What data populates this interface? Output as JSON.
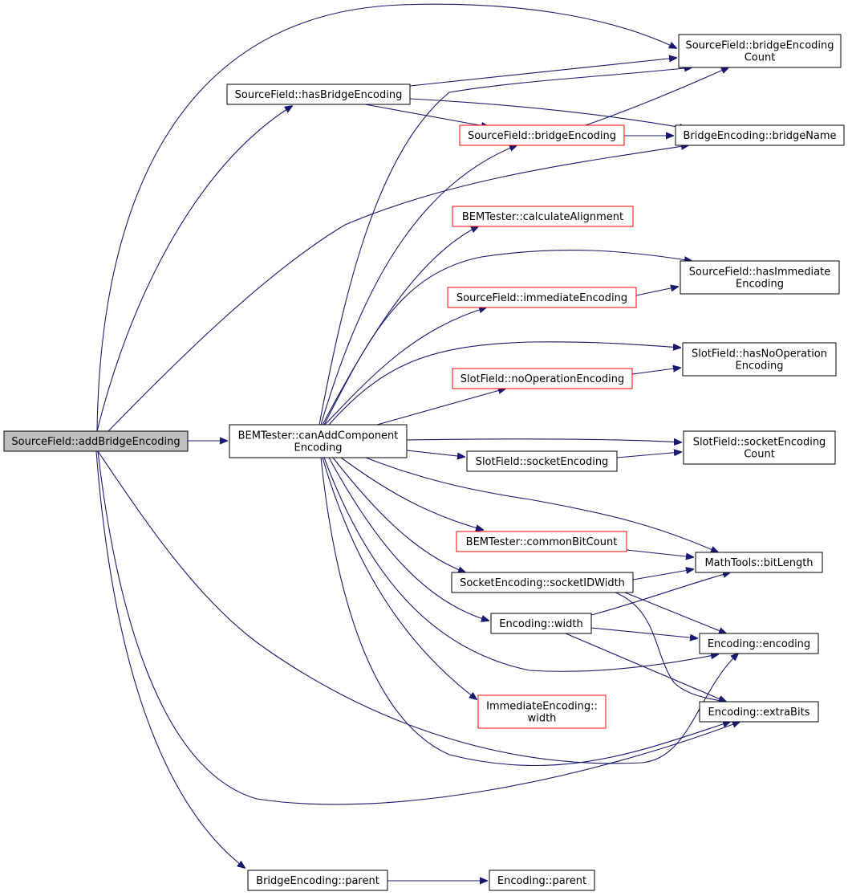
{
  "diagram": {
    "type": "call-graph",
    "colors": {
      "edge": "#191970",
      "node_border": "#000000",
      "truncated_node_border": "#ff0000",
      "root_fill": "#bfbfbf"
    },
    "nodes": [
      {
        "id": "addBridgeEncoding",
        "lines": [
          "SourceField::addBridgeEncoding"
        ]
      },
      {
        "id": "hasBridgeEncoding",
        "lines": [
          "SourceField::hasBridgeEncoding"
        ]
      },
      {
        "id": "bridgeEncodingCount",
        "lines": [
          "SourceField::bridgeEncoding",
          "Count"
        ]
      },
      {
        "id": "bridgeEncoding",
        "lines": [
          "SourceField::bridgeEncoding"
        ]
      },
      {
        "id": "bridgeName",
        "lines": [
          "BridgeEncoding::bridgeName"
        ]
      },
      {
        "id": "calculateAlignment",
        "lines": [
          "BEMTester::calculateAlignment"
        ]
      },
      {
        "id": "hasImmediateEncoding",
        "lines": [
          "SourceField::hasImmediate",
          "Encoding"
        ]
      },
      {
        "id": "immediateEncoding",
        "lines": [
          "SourceField::immediateEncoding"
        ]
      },
      {
        "id": "hasNoOperationEncoding",
        "lines": [
          "SlotField::hasNoOperation",
          "Encoding"
        ]
      },
      {
        "id": "noOperationEncoding",
        "lines": [
          "SlotField::noOperationEncoding"
        ]
      },
      {
        "id": "canAddComponentEncoding",
        "lines": [
          "BEMTester::canAddComponent",
          "Encoding"
        ]
      },
      {
        "id": "socketEncodingCount",
        "lines": [
          "SlotField::socketEncoding",
          "Count"
        ]
      },
      {
        "id": "socketEncoding",
        "lines": [
          "SlotField::socketEncoding"
        ]
      },
      {
        "id": "commonBitCount",
        "lines": [
          "BEMTester::commonBitCount"
        ]
      },
      {
        "id": "bitLength",
        "lines": [
          "MathTools::bitLength"
        ]
      },
      {
        "id": "socketIDWidth",
        "lines": [
          "SocketEncoding::socketIDWidth"
        ]
      },
      {
        "id": "encodingWidth",
        "lines": [
          "Encoding::width"
        ]
      },
      {
        "id": "encoding",
        "lines": [
          "Encoding::encoding"
        ]
      },
      {
        "id": "immediateWidth",
        "lines": [
          "ImmediateEncoding::",
          "width"
        ]
      },
      {
        "id": "extraBits",
        "lines": [
          "Encoding::extraBits"
        ]
      },
      {
        "id": "bridgeParent",
        "lines": [
          "BridgeEncoding::parent"
        ]
      },
      {
        "id": "encodingParent",
        "lines": [
          "Encoding::parent"
        ]
      }
    ],
    "edges": [
      {
        "from": "addBridgeEncoding",
        "to": "canAddComponentEncoding"
      },
      {
        "from": "addBridgeEncoding",
        "to": "bridgeEncodingCount"
      },
      {
        "from": "addBridgeEncoding",
        "to": "hasBridgeEncoding"
      },
      {
        "from": "addBridgeEncoding",
        "to": "bridgeName"
      },
      {
        "from": "addBridgeEncoding",
        "to": "encoding"
      },
      {
        "from": "addBridgeEncoding",
        "to": "extraBits"
      },
      {
        "from": "addBridgeEncoding",
        "to": "bridgeParent"
      },
      {
        "from": "hasBridgeEncoding",
        "to": "bridgeEncodingCount"
      },
      {
        "from": "hasBridgeEncoding",
        "to": "bridgeEncoding"
      },
      {
        "from": "hasBridgeEncoding",
        "to": "bridgeName"
      },
      {
        "from": "bridgeEncoding",
        "to": "bridgeName"
      },
      {
        "from": "bridgeEncoding",
        "to": "bridgeEncodingCount"
      },
      {
        "from": "canAddComponentEncoding",
        "to": "bridgeEncodingCount"
      },
      {
        "from": "canAddComponentEncoding",
        "to": "bridgeEncoding"
      },
      {
        "from": "canAddComponentEncoding",
        "to": "calculateAlignment"
      },
      {
        "from": "canAddComponentEncoding",
        "to": "hasImmediateEncoding"
      },
      {
        "from": "canAddComponentEncoding",
        "to": "immediateEncoding"
      },
      {
        "from": "canAddComponentEncoding",
        "to": "hasNoOperationEncoding"
      },
      {
        "from": "canAddComponentEncoding",
        "to": "noOperationEncoding"
      },
      {
        "from": "canAddComponentEncoding",
        "to": "socketEncodingCount"
      },
      {
        "from": "canAddComponentEncoding",
        "to": "socketEncoding"
      },
      {
        "from": "canAddComponentEncoding",
        "to": "bitLength"
      },
      {
        "from": "canAddComponentEncoding",
        "to": "commonBitCount"
      },
      {
        "from": "canAddComponentEncoding",
        "to": "socketIDWidth"
      },
      {
        "from": "canAddComponentEncoding",
        "to": "encodingWidth"
      },
      {
        "from": "canAddComponentEncoding",
        "to": "encoding"
      },
      {
        "from": "canAddComponentEncoding",
        "to": "immediateWidth"
      },
      {
        "from": "canAddComponentEncoding",
        "to": "extraBits"
      },
      {
        "from": "immediateEncoding",
        "to": "hasImmediateEncoding"
      },
      {
        "from": "noOperationEncoding",
        "to": "hasNoOperationEncoding"
      },
      {
        "from": "socketEncoding",
        "to": "socketEncodingCount"
      },
      {
        "from": "commonBitCount",
        "to": "bitLength"
      },
      {
        "from": "socketIDWidth",
        "to": "bitLength"
      },
      {
        "from": "socketIDWidth",
        "to": "encoding"
      },
      {
        "from": "socketIDWidth",
        "to": "extraBits"
      },
      {
        "from": "encodingWidth",
        "to": "bitLength"
      },
      {
        "from": "encodingWidth",
        "to": "encoding"
      },
      {
        "from": "encodingWidth",
        "to": "extraBits"
      },
      {
        "from": "bridgeParent",
        "to": "encodingParent"
      }
    ]
  }
}
